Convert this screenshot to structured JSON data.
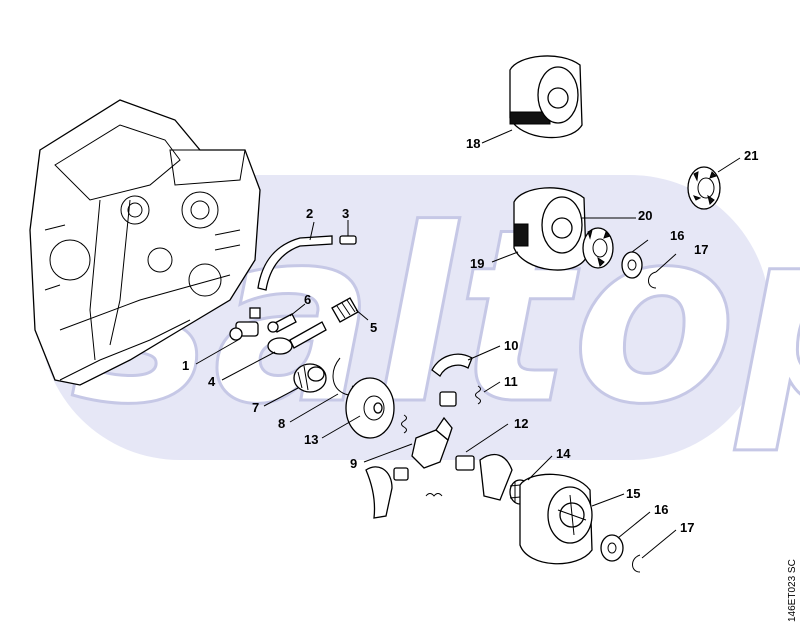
{
  "diagram": {
    "watermark": "saltop",
    "drawing_code": "146ET023 SC",
    "callouts": [
      "1",
      "2",
      "3",
      "4",
      "5",
      "6",
      "7",
      "8",
      "9",
      "10",
      "11",
      "12",
      "13",
      "14",
      "15",
      "16",
      "16",
      "17",
      "17",
      "18",
      "19",
      "20",
      "21"
    ],
    "watermark_color": "#e6e7f6",
    "line_color": "#000000"
  }
}
